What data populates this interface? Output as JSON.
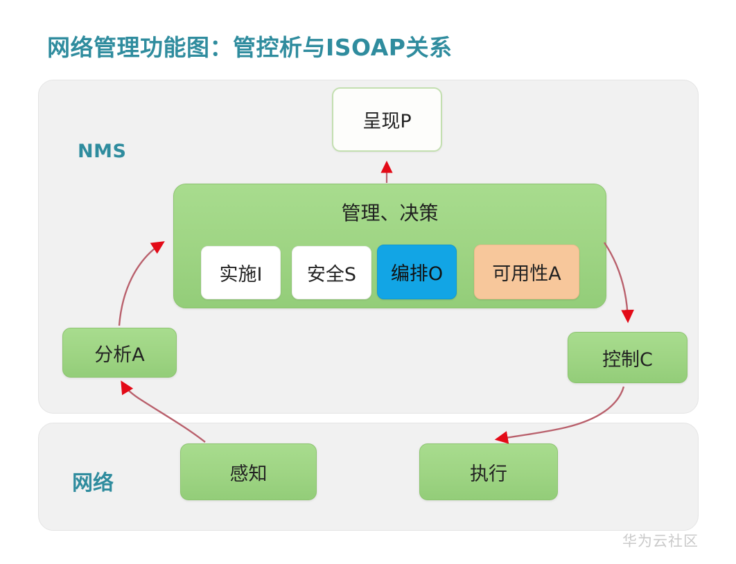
{
  "title": "网络管理功能图：管控析与ISOAP关系",
  "theme": {
    "title_color": "#2f8c9e",
    "panel_bg": "#f1f1f1",
    "node_green": "#9ed483",
    "chip_blue": "#12a5e5",
    "chip_orange": "#f7c79b",
    "arrow_color": "#e30a17"
  },
  "panels": [
    {
      "id": "nms",
      "label": "NMS"
    },
    {
      "id": "network",
      "label": "网络"
    }
  ],
  "nodes": {
    "present": {
      "label": "呈现P",
      "style": "white-green"
    },
    "manage_group": {
      "label": "管理、决策",
      "style": "green-group"
    },
    "chips": [
      {
        "label": "实施I",
        "style": "white"
      },
      {
        "label": "安全S",
        "style": "white"
      },
      {
        "label": "编排O",
        "style": "blue"
      },
      {
        "label": "可用性A",
        "style": "orange"
      }
    ],
    "analysis": {
      "label": "分析A",
      "style": "green"
    },
    "control": {
      "label": "控制C",
      "style": "green"
    },
    "sense": {
      "label": "感知",
      "style": "green"
    },
    "execute": {
      "label": "执行",
      "style": "green"
    }
  },
  "arrows": [
    {
      "name": "manage-to-present",
      "from": "管理、决策",
      "to": "呈现P"
    },
    {
      "name": "analysis-to-manage",
      "from": "分析A",
      "to": "管理、决策"
    },
    {
      "name": "manage-to-control",
      "from": "管理、决策",
      "to": "控制C"
    },
    {
      "name": "sense-to-analysis",
      "from": "感知",
      "to": "分析A"
    },
    {
      "name": "control-to-execute",
      "from": "控制C",
      "to": "执行"
    }
  ],
  "watermark": "华为云社区"
}
